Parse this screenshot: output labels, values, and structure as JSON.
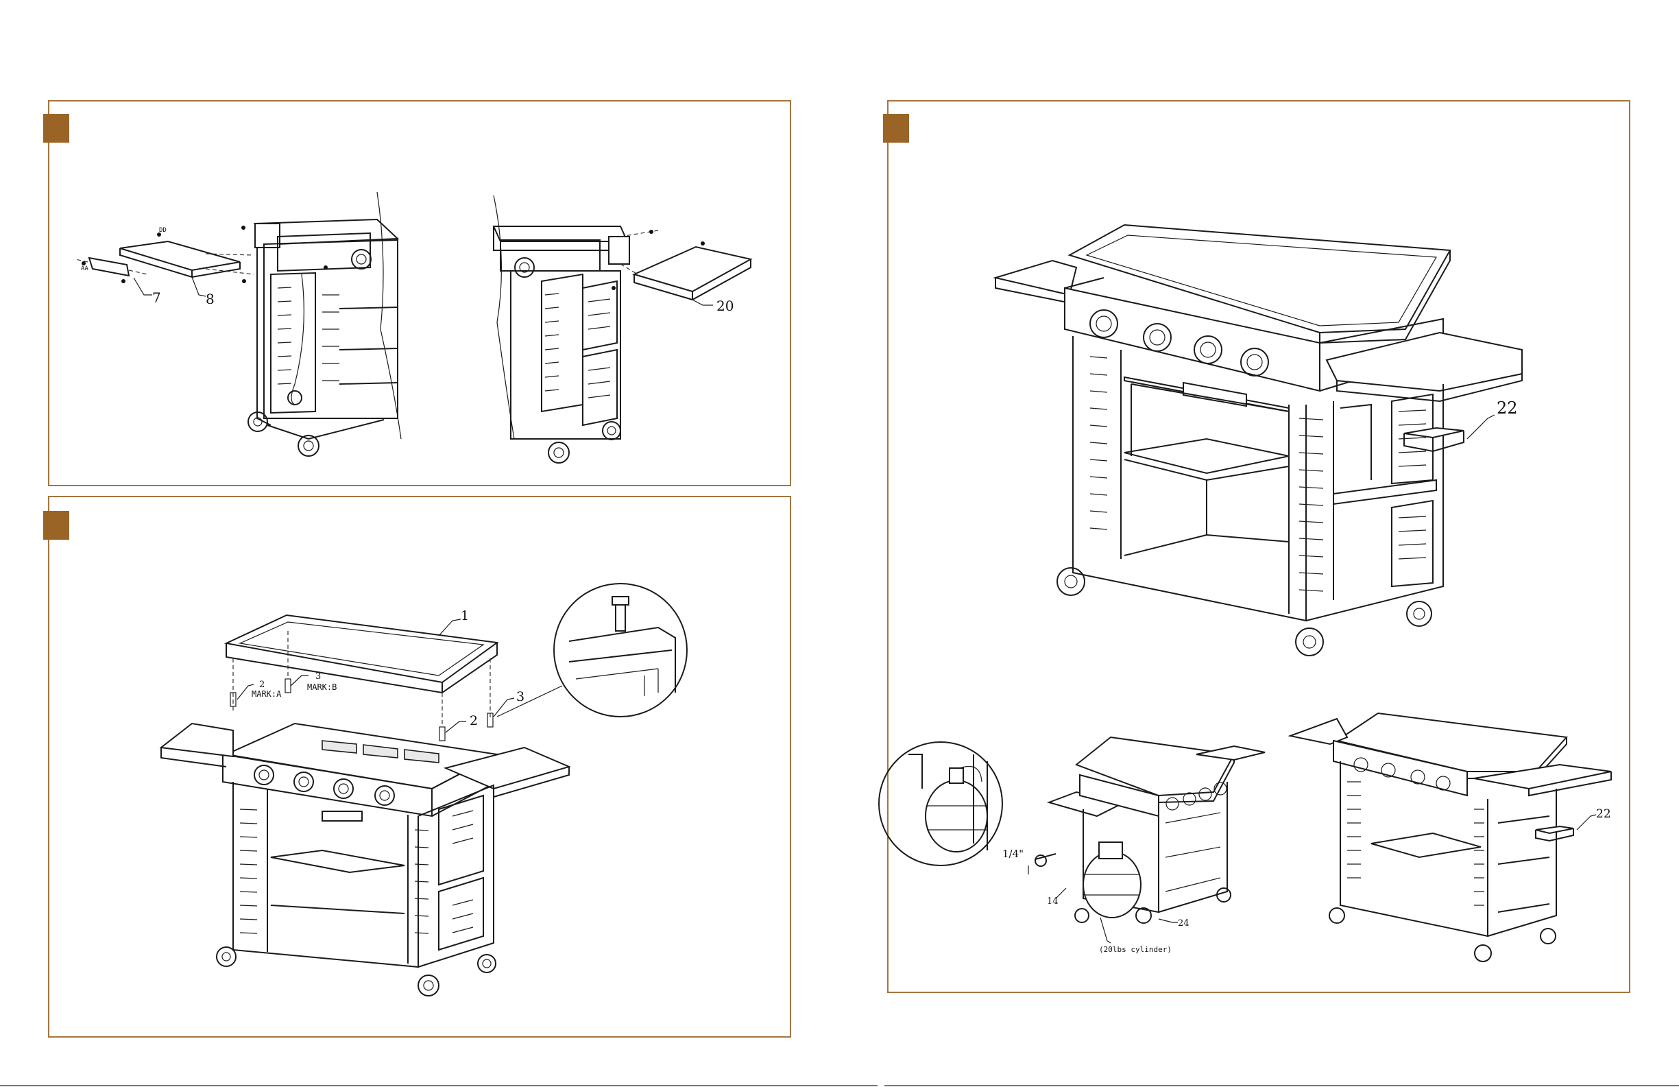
{
  "page": {
    "accent_color": "#9a6427",
    "border_color": "#a5753f"
  },
  "step_a": {
    "callout_7": "7",
    "callout_8": "8",
    "callout_20": "20",
    "screw_label": "DD",
    "nut_label": "AA"
  },
  "step_b": {
    "callout_1": "1",
    "callout_2a": "2",
    "callout_3a": "3",
    "callout_2b": "2",
    "callout_3b": "3",
    "mark_a": "MARK:A",
    "mark_b": "MARK:B"
  },
  "step_c": {
    "callout_22_main": "22",
    "callout_22_small": "22",
    "callout_14": "14",
    "callout_24": "24",
    "angle_label": "1/4\"",
    "cylinder_label": "(20lbs cylinder)"
  },
  "icons": [
    "griddle-cart-diagram",
    "propane-tank-diagram",
    "side-shelf-diagram",
    "magnifier-detail-diagram"
  ]
}
